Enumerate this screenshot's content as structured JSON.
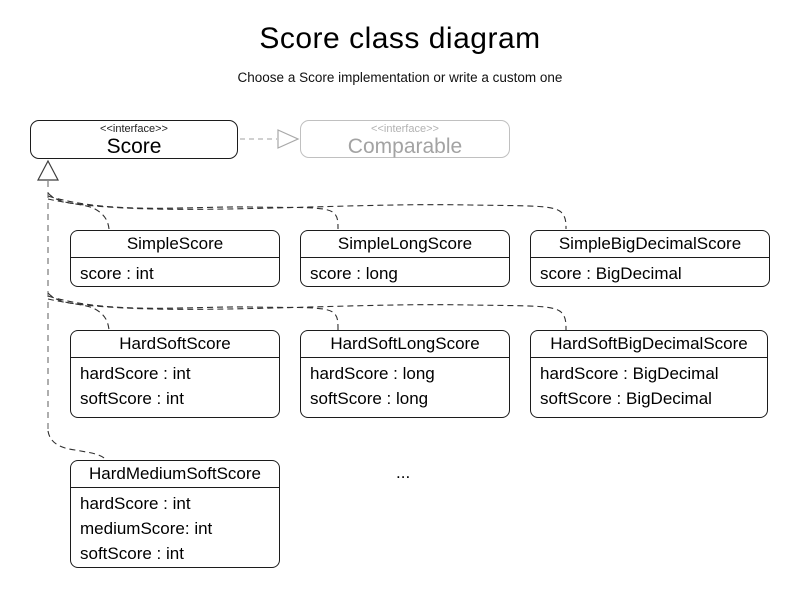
{
  "title": "Score class diagram",
  "subtitle": "Choose a Score implementation or write a custom one",
  "interfaces": {
    "score": {
      "stereotype": "<<interface>>",
      "name": "Score"
    },
    "comparable": {
      "stereotype": "<<interface>>",
      "name": "Comparable"
    }
  },
  "classes": [
    {
      "name": "SimpleScore",
      "attributes": [
        "score : int"
      ]
    },
    {
      "name": "SimpleLongScore",
      "attributes": [
        "score : long"
      ]
    },
    {
      "name": "SimpleBigDecimalScore",
      "attributes": [
        "score : BigDecimal"
      ]
    },
    {
      "name": "HardSoftScore",
      "attributes": [
        "hardScore : int",
        "softScore : int"
      ]
    },
    {
      "name": "HardSoftLongScore",
      "attributes": [
        "hardScore : long",
        "softScore : long"
      ]
    },
    {
      "name": "HardSoftBigDecimalScore",
      "attributes": [
        "hardScore : BigDecimal",
        "softScore : BigDecimal"
      ]
    },
    {
      "name": "HardMediumSoftScore",
      "attributes": [
        "hardScore : int",
        "mediumScore: int",
        "softScore : int"
      ]
    }
  ],
  "ellipsis": "...",
  "colors": {
    "edge": "#2f2f2f",
    "trunk": "#828282",
    "muted_edge": "#b4b4b4",
    "muted_arrowhead": "#a8a8a8",
    "realization_arrowhead": "#3d3d3d",
    "box_border": "#1c1c1c",
    "muted_border": "#c0c0c0",
    "muted_text": "#a3a3a3"
  }
}
